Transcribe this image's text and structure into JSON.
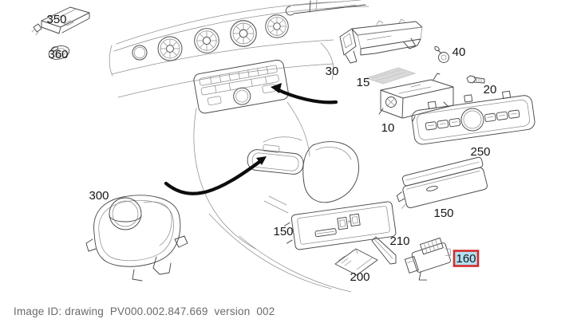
{
  "app": {
    "background": "#ffffff"
  },
  "diagram": {
    "kind": "exploded-parts-drawing",
    "subject": "vehicle dashboard, head unit and center-console components",
    "line_color": "#4a4a4a",
    "faint_line_color": "#909090",
    "arrow_color": "#0d0d0d",
    "pad_fill": "#d9d9d9",
    "labels": [
      {
        "id": "350"
      },
      {
        "id": "360"
      },
      {
        "id": "300"
      },
      {
        "id": "30"
      },
      {
        "id": "15"
      },
      {
        "id": "40"
      },
      {
        "id": "20"
      },
      {
        "id": "10"
      },
      {
        "id": "250"
      },
      {
        "id": "150"
      },
      {
        "id": "150"
      },
      {
        "id": "210"
      },
      {
        "id": "200"
      },
      {
        "id": "160"
      }
    ],
    "highlight": {
      "applies_to": "160",
      "bg": "#b3e0f2",
      "text_color": "#1a6e9e",
      "border_color": "#d42b2b"
    }
  },
  "footer": {
    "image_id_text": "Image ID: drawing  PV000.002.847.669  version  002",
    "text_color": "#6a6a6a"
  }
}
